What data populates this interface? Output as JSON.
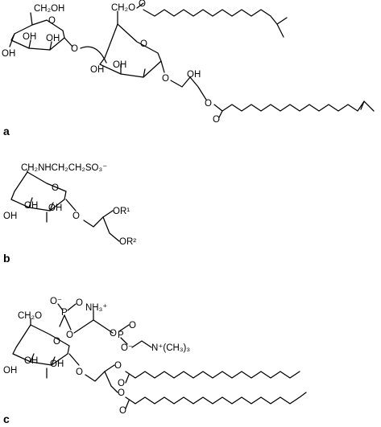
{
  "panels": [
    {
      "label": "a",
      "groups": {
        "ch2oh": "CH₂OH",
        "oh1": "OH",
        "oh2": "OH",
        "oh3": "OH",
        "ring_o1": "O",
        "link_o": "O",
        "ch2o": "CH₂O",
        "ester_o1": "O",
        "ring_o2": "O",
        "oh4": "OH",
        "oh5": "OH",
        "glyc_o": "O",
        "glyc_oh": "OH",
        "ester_o2": "O",
        "carbonyl_o1": "O",
        "carbonyl_o2": "O"
      }
    },
    {
      "label": "b",
      "groups": {
        "head": "CH₂NHCH₂CH₂SO₃⁻",
        "ring_o": "O",
        "oh1": "OH",
        "oh2": "OH",
        "oh3": "OH",
        "glyc_o": "O",
        "or1": "OR¹",
        "or2": "OR²"
      }
    },
    {
      "label": "c",
      "groups": {
        "o_minus1": "O⁻",
        "p1": "P",
        "o_p1": "O",
        "nh3": "NH₃⁺",
        "ch2o": "CH₂O",
        "o_bridge1": "O",
        "o_bridge2": "O",
        "p2": "P",
        "o_p2": "O",
        "o_minus2": "O⁻",
        "n_me3": "N⁺(CH₃)₃",
        "ring_o": "O",
        "oh1": "OH",
        "oh2": "OH",
        "oh3": "OH",
        "glyc_o": "O",
        "ester_o1": "O",
        "ester_o2": "O",
        "carbonyl_o1": "O",
        "carbonyl_o2": "O"
      }
    }
  ]
}
